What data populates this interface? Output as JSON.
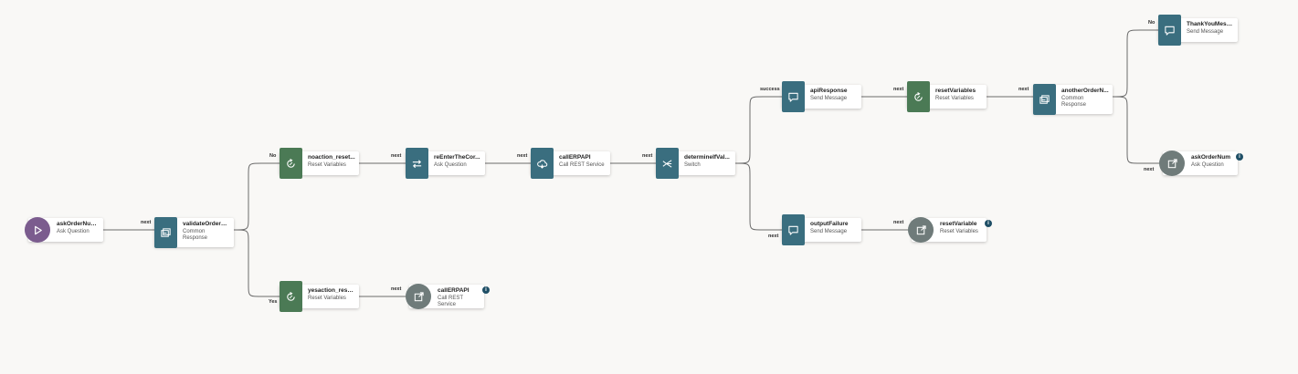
{
  "nodes": [
    {
      "id": "askOrderNumber",
      "title": "askOrderNumber",
      "subtitle": "Ask Question",
      "icon": "play-icon",
      "icon_style": "purple"
    },
    {
      "id": "validateOrderN",
      "title": "validateOrderN...",
      "subtitle": "Common Response",
      "icon": "common-response-icon",
      "icon_style": "teal"
    },
    {
      "id": "noaction_reset",
      "title": "noaction_reset...",
      "subtitle": "Reset Variables",
      "icon": "reset-variables-icon",
      "icon_style": "green"
    },
    {
      "id": "yesaction_rese",
      "title": "yesaction_rese...",
      "subtitle": "Reset Variables",
      "icon": "reset-variables-icon",
      "icon_style": "green"
    },
    {
      "id": "reEnterTheCor",
      "title": "reEnterTheCor...",
      "subtitle": "Ask Question",
      "icon": "swap-arrows-icon",
      "icon_style": "teal"
    },
    {
      "id": "callERPAPI_main",
      "title": "callERPAPI",
      "subtitle": "Call REST Service",
      "icon": "cloud-rest-icon",
      "icon_style": "teal"
    },
    {
      "id": "callERPAPI_ref",
      "title": "callERPAPI",
      "subtitle": "Call REST Service",
      "icon": "external-link-icon",
      "icon_style": "gray",
      "info": true
    },
    {
      "id": "determineIfVal",
      "title": "determineIfVal...",
      "subtitle": "Switch",
      "icon": "switch-icon",
      "icon_style": "teal"
    },
    {
      "id": "apiResponse",
      "title": "apiResponse",
      "subtitle": "Send Message",
      "icon": "message-icon",
      "icon_style": "teal"
    },
    {
      "id": "outputFailure",
      "title": "outputFailure",
      "subtitle": "Send Message",
      "icon": "message-icon",
      "icon_style": "teal"
    },
    {
      "id": "resetVariables_main",
      "title": "resetVariables",
      "subtitle": "Reset Variables",
      "icon": "reset-variables-icon",
      "icon_style": "green"
    },
    {
      "id": "resetVariable_ref",
      "title": "resetVariable",
      "subtitle": "Reset Variables",
      "icon": "external-link-icon",
      "icon_style": "gray",
      "info": true
    },
    {
      "id": "anotherOrderN",
      "title": "anotherOrderN...",
      "subtitle": "Common Response",
      "icon": "common-response-icon",
      "icon_style": "teal"
    },
    {
      "id": "ThankYouMess",
      "title": "ThankYouMess...",
      "subtitle": "Send Message",
      "icon": "message-icon",
      "icon_style": "teal"
    },
    {
      "id": "askOrderNum_ref",
      "title": "askOrderNum",
      "subtitle": "Ask Question",
      "icon": "external-link-icon",
      "icon_style": "gray",
      "info": true
    }
  ],
  "edges": [
    {
      "from": "askOrderNumber",
      "to": "validateOrderN",
      "label": "next"
    },
    {
      "from": "validateOrderN",
      "to": "noaction_reset",
      "label": "No"
    },
    {
      "from": "validateOrderN",
      "to": "yesaction_rese",
      "label": "Yes"
    },
    {
      "from": "noaction_reset",
      "to": "reEnterTheCor",
      "label": "next"
    },
    {
      "from": "yesaction_rese",
      "to": "callERPAPI_ref",
      "label": "next"
    },
    {
      "from": "reEnterTheCor",
      "to": "callERPAPI_main",
      "label": "next"
    },
    {
      "from": "callERPAPI_main",
      "to": "determineIfVal",
      "label": "next"
    },
    {
      "from": "determineIfVal",
      "to": "apiResponse",
      "label": "success"
    },
    {
      "from": "determineIfVal",
      "to": "outputFailure",
      "label": "next"
    },
    {
      "from": "apiResponse",
      "to": "resetVariables_main",
      "label": "next"
    },
    {
      "from": "outputFailure",
      "to": "resetVariable_ref",
      "label": "next"
    },
    {
      "from": "resetVariables_main",
      "to": "anotherOrderN",
      "label": "next"
    },
    {
      "from": "anotherOrderN",
      "to": "ThankYouMess",
      "label": "No"
    },
    {
      "from": "anotherOrderN",
      "to": "askOrderNum_ref",
      "label": "next"
    }
  ],
  "colors": {
    "teal": "#3a6e7f",
    "green": "#4b7a55",
    "purple": "#7b5c8e",
    "gray": "#6f7b7a",
    "edge": "#6b6b6b",
    "info": "#1f4f66"
  }
}
